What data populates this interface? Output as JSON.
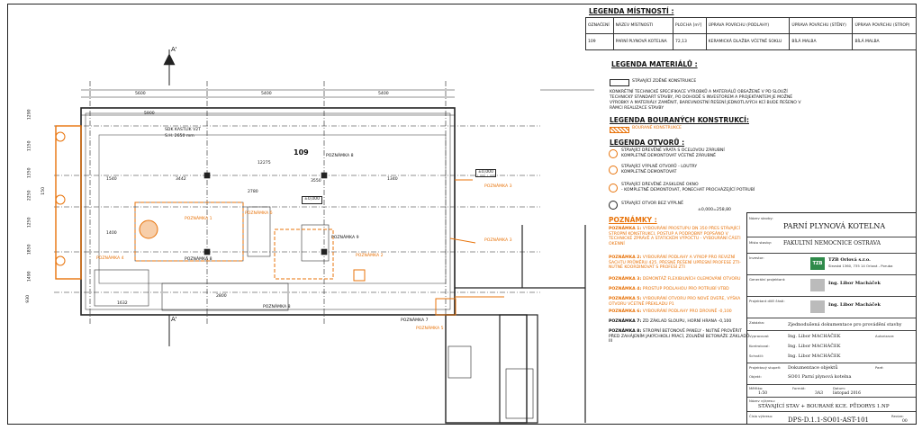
{
  "room_legend": {
    "heading": "LEGENDA MÍSTNOSTÍ :",
    "headers": [
      "OZNAČENÍ",
      "NÁZEV MÍSTNOSTI",
      "PLOCHA [m²]",
      "ÚPRAVA POVRCHU (PODLAHY)",
      "ÚPRAVA POVRCHU (STĚNY)",
      "ÚPRAVA POVRCHU (STROP)"
    ],
    "row": [
      "109",
      "PARNÍ PLYNOVÁ KOTELNA",
      "72,13",
      "KERAMICKÁ DLAŽBA VČETNĚ SOKLU",
      "BÍLÁ MALBA",
      "BÍLÁ MALBA"
    ]
  },
  "materials": {
    "heading": "LEGENDA MATERIÁLŮ :",
    "existing": "STÁVAJÍCÍ ZDĚNÉ KONSTRUKCE",
    "text": "KONKRÉTNÍ TECHNICKÉ SPECIFIKACE VÝROBKŮ A MATERIÁLŮ OBSAŽENÉ V PD SLOUŽÍ TECHNICKÝ STANDART STAVBY, PO DOHODĚ S INVESTOREM A PROJEKTANTEM JE MOŽNÉ VÝROBKY A MATERIÁLY ZAMĚNIT, BAREVNOSTNÍ ŘEŠENÍ JEDNOTLIVÝCH KCÍ BUDE ŘEŠENO V RÁMCI REALIZACE STAVBY"
  },
  "demolition": {
    "heading": "LEGENDA BOURANÝCH KONSTRUKCÍ:",
    "item": "BOURANÉ KONSTRUKCE"
  },
  "openings": {
    "heading": "LEGENDA OTVORŮ :",
    "items": [
      {
        "a": "STÁVAJÍCÍ DŘEVĚNÉ VRATA S OCELOVOU ZÁRUBNÍ",
        "b": "KOMPLETNĚ DEMONTOVAT VČETNĚ ZÁRUBNĚ"
      },
      {
        "a": "STÁVAJÍCÍ VÝPLNĚ OTVORŮ - LOUTRY",
        "b": "KOMPLETNĚ DEMONTOVAT"
      },
      {
        "a": "STÁVAJÍCÍ DŘEVĚNÉ ZASKLENÉ OKNO",
        "b": "- KOMPLETNĚ DEMONTOVAT, PONECHAT PROCHÁZEJÍCÍ POTRUBÍ"
      },
      {
        "a": "STÁVAJÍCÍ OTVOR BEZ VÝPLNĚ",
        "b": ""
      }
    ]
  },
  "notes": {
    "heading": "POZNÁMKY :",
    "items": [
      {
        "label": "POZNÁMKA 1:",
        "text": "VYBOURÁNÍ PROSTUPU DN 350 PŘES STÁVAJÍCÍ STROPNÍ KONSTRUKCI, POSTUP A PODROBNÝ POPSÁNO V TECHNICKÉ ZPRÁVĚ A STATICKÉM VÝPOČTU - VYBOURÁNÍ ČÁSTI OKENNÍ"
      },
      {
        "label": "POZNÁMKA 2:",
        "text": "VYBOURÁNÍ PODLAHY A VÝKOP PRO REVIZNÍ ŠACHTU PRŮMĚRU 425. PŘESNÉ ŘEŠENÍ UPŘESNÍ PROFESE ZTI-NUTNÉ KOORDINOVAT S PROFESÍ ZTI"
      },
      {
        "label": "POZNÁMKA 3:",
        "text": "DEMONTÁŽ FLEXIBILNÍCH OLEMOVÁNÍ OTVORU"
      },
      {
        "label": "POZNÁMKA 4:",
        "text": "PROSTUP PODLAHOU PRO POTRUBÍ VTBD"
      },
      {
        "label": "POZNÁMKA 5:",
        "text": "VYBOURÁNÍ OTVORU PRO NOVÉ DVEŘE, VÝŠKA OTVORU VČETNĚ PŘEKLADU P1"
      },
      {
        "label": "POZNÁMKA 6:",
        "text": "VYBOURÁNÍ PODLAHY PRO DROVNĚ -0,100"
      },
      {
        "label": "POZNÁMKA 7:",
        "text": "ZD ZÁKLAD SLOUPU, HORNÍ HRANA -0,100"
      },
      {
        "label": "POZNÁMKA 8:",
        "text": "STROPNÍ BETONOVÉ PANELY - NUTNÉ PROVĚŘIT PŘED ZAHÁJENÍM JAKÝCHKOLI PRACÍ, ZOLNĚNÍ BETONÁŽE ZÁKLADŮ III"
      }
    ]
  },
  "level": "±0,000=258,80",
  "plan": {
    "room_number": "109",
    "shaft_label": "SDK KASTLÍK V2T",
    "shaft_height": "S.H. 2650 mm",
    "level_tag": "±0,000",
    "level_tag2": "±0,000",
    "section_mark": "A'",
    "notes": [
      "POZNÁMKA 1",
      "POZNÁMKA 2",
      "POZNÁMKA 3",
      "POZNÁMKA 3",
      "POZNÁMKA 4",
      "POZNÁMKA 5",
      "POZNÁMKA 6",
      "POZNÁMKA 7",
      "POZNÁMKA 8",
      "POZNÁMKA 8",
      "POZNÁMKA 8",
      "POZNÁMKA 9"
    ],
    "dims_top": [
      "5600",
      "5400",
      "5400"
    ],
    "dims_mid": [
      "12275",
      "1540",
      "3442",
      "1340"
    ],
    "dims_low": [
      "1400",
      "1632",
      "2800",
      "3550"
    ],
    "dims_left": [
      "1290",
      "1150",
      "1350",
      "2250",
      "1250",
      "1850",
      "150",
      "1490",
      "930"
    ],
    "dims_misc": [
      "5900",
      "2780"
    ]
  },
  "title_block": {
    "stavba_label": "Název stavby:",
    "stavba": "PARNÍ PLYNOVÁ KOTELNA",
    "misto_label": "Místo stavby:",
    "misto": "FAKULTNÍ NEMOCNICE OSTRAVA",
    "investor_label": "Investor:",
    "gp_label": "Generální projektant:",
    "company": "TZB Orlová s.r.o.",
    "company_addr": "Slezská 1360, 735 14 Orlová - Poruba",
    "logo_text": "TZB",
    "engineer": "Ing. Libor Macháček",
    "odp_label": "Projektant dílčí části:",
    "engineer2": "Ing. Libor Macháček",
    "zak_label": "Zakázka:",
    "zakazka": "Zjednodušená dokumentace pro provádění stavby",
    "vypracoval_label": "Vypracoval:",
    "vypracoval": "Ing. Libor MACHÁČEK",
    "kontroloval_label": "Kontroloval:",
    "kontroloval": "Ing. Libor MACHÁČEK",
    "schvalil_label": "Schválil:",
    "schvalil": "Ing. Libor MACHÁČEK",
    "autorizace_label": "Autorizace:",
    "stupen_label": "Projektový stupeň:",
    "stupen": "Dokumentace objektů",
    "cast_label": "Objekt:",
    "cast": "SO01 Parní plynová kotelna",
    "meritko_label": "Měřítko:",
    "meritko": "1:50",
    "format_label": "Formát:",
    "format": "3A3",
    "datum_label": "Datum:",
    "datum": "listopad 2016",
    "paré_label": "Paré:",
    "vykres_label": "Název výkresu:",
    "vykres": "STÁVAJÍCÍ STAV + BOURANÉ KCE. PŮDORYS 1.NP",
    "cislo_label": "Číslo výkresu:",
    "cislo": "DPS-D.1.1-SO01-AST-101",
    "revize_label": "Revize:",
    "revize": "00"
  },
  "colors": {
    "demolition": "#e8730a",
    "line": "#222222",
    "logo": "#2f8a4a"
  }
}
